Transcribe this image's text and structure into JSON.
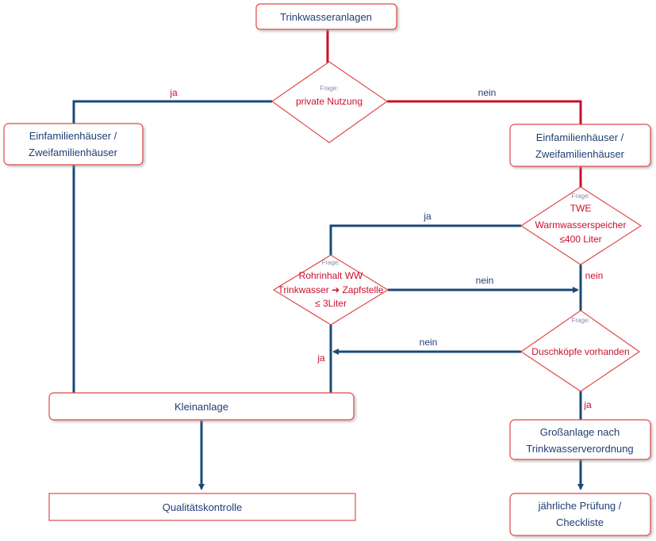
{
  "nodes": {
    "top": "Trinkwasseranlagen",
    "q1_prefix": "Frage:",
    "q1": "private Nutzung",
    "left_box_l1": "Einfamilienhäuser /",
    "left_box_l2": "Zweifamilienhäuser",
    "right_box_l1": "Einfamilienhäuser /",
    "right_box_l2": "Zweifamilienhäuser",
    "q2_prefix": "Frage:",
    "q2_l1": "TWE",
    "q2_l2": "Warmwasserspeicher",
    "q2_l3": "≤400 Liter",
    "q3_prefix": "Frage:",
    "q3_l1": "Rohrinhalt  WW",
    "q3_l2": "Trinkwasser ➔ Zapfstelle",
    "q3_l3": "≤ 3Liter",
    "q4_prefix": "Frage:",
    "q4": "Duschköpfe vorhanden",
    "kleinanlage": "Kleinanlage",
    "qualitaet": "Qualitätskontrolle",
    "gross_l1": "Großanlage nach",
    "gross_l2": "Trinkwasserverordnung",
    "pruefung_l1": "jährliche Prüfung /",
    "pruefung_l2": "Checkliste"
  },
  "edges": {
    "q1_yes": "ja",
    "q1_no": "nein",
    "q2_yes": "ja",
    "q2_no": "nein",
    "q3_no": "nein",
    "q4_no": "nein",
    "q3_yes": "ja",
    "q4_yes": "ja"
  },
  "colors": {
    "blue": "#1a4a75",
    "red": "#c8102e",
    "box_border": "#e04a4a"
  }
}
